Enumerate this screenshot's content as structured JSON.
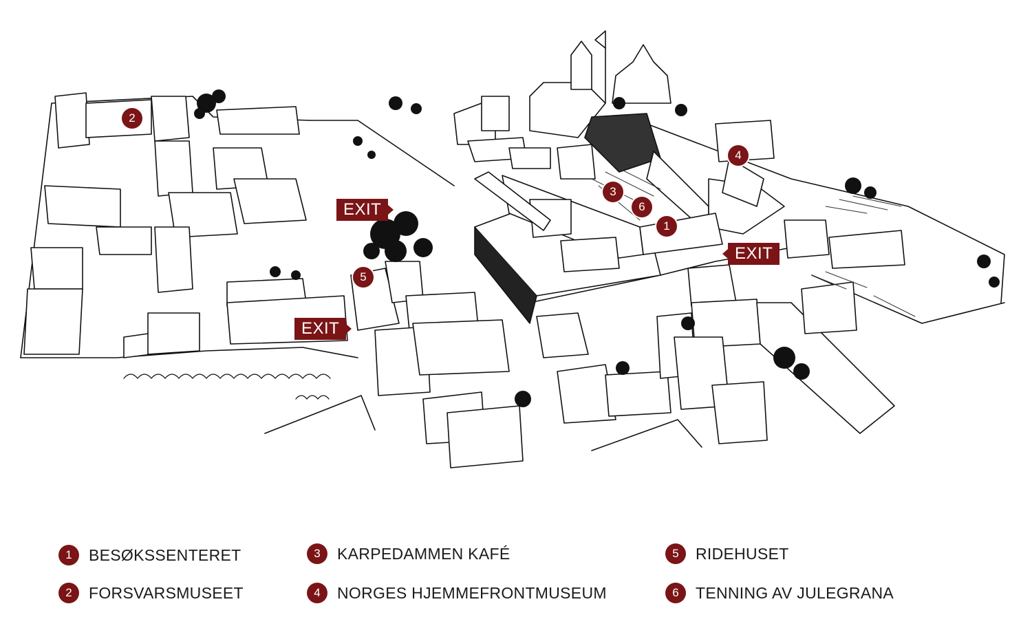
{
  "map": {
    "exit_label": "EXIT",
    "accent_color": "#7a1416",
    "markers": [
      {
        "num": "2",
        "place": "forsvarsmuseet"
      },
      {
        "num": "4",
        "place": "norges-hjemmefrontmuseum"
      },
      {
        "num": "3",
        "place": "karpedammen-kafe"
      },
      {
        "num": "6",
        "place": "tenning-av-julegrana"
      },
      {
        "num": "1",
        "place": "besokssenteret"
      },
      {
        "num": "5",
        "place": "ridehuset"
      }
    ]
  },
  "legend": [
    {
      "num": "1",
      "label": "BESØKSSENTERET"
    },
    {
      "num": "2",
      "label": "FORSVARSMUSEET"
    },
    {
      "num": "3",
      "label": "KARPEDAMMEN KAFÉ"
    },
    {
      "num": "4",
      "label": "NORGES HJEMMEFRONTMUSEUM"
    },
    {
      "num": "5",
      "label": "RIDEHUSET"
    },
    {
      "num": "6",
      "label": "TENNING AV JULEGRANA"
    }
  ]
}
